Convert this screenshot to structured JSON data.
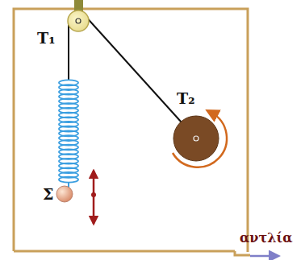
{
  "diagram": {
    "labels": [
      "T₁",
      "T₂",
      "Σ",
      "αντλία"
    ]
  }
}
